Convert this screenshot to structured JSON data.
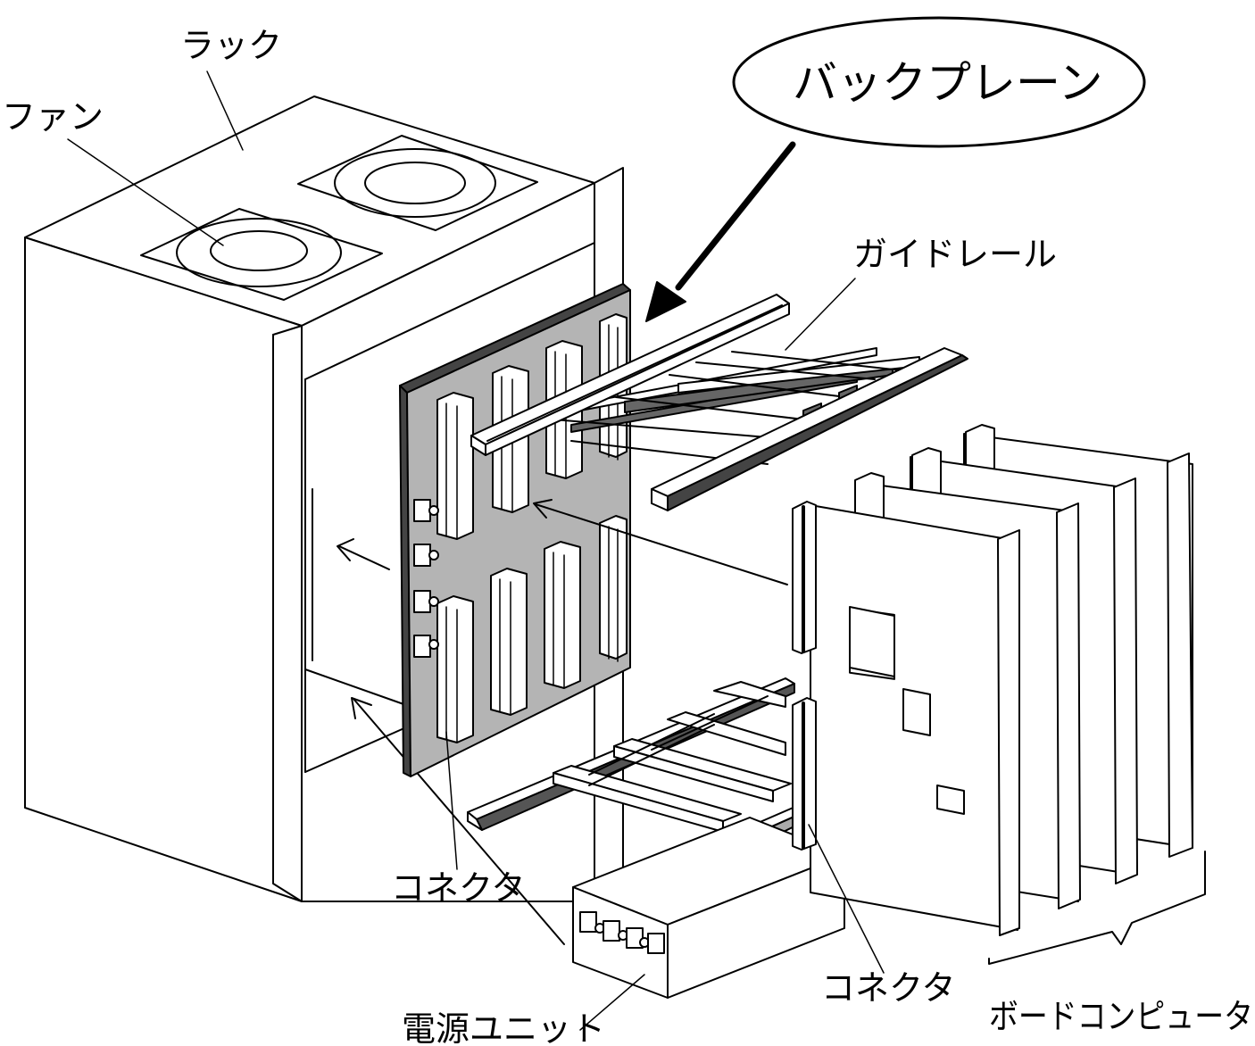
{
  "labels": {
    "rack": "ラック",
    "fan": "ファン",
    "backplane": "バックプレーン",
    "guide_rail": "ガイドレール",
    "connector_backplane": "コネクタ",
    "connector_board": "コネクタ",
    "power_unit": "電源ユニット",
    "board_computer": "ボードコンピュータ"
  },
  "colors": {
    "line": "#000000",
    "backplane_fill": "#b4b4b4",
    "background": "#ffffff"
  }
}
